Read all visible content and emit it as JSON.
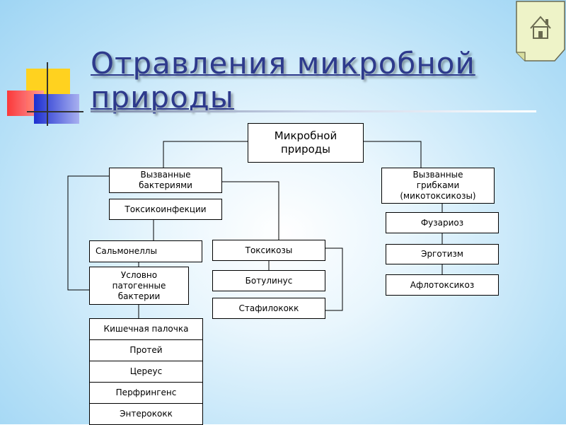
{
  "slide": {
    "title": "Отравления микробной природы"
  },
  "diagram": {
    "root": "Микробной природы",
    "bacteria": {
      "label": "Вызванные бактериями",
      "toxicoinfections": "Токсикоинфекции",
      "salmonella": "Сальмонеллы",
      "conditional": "Условно патогенные бактерии",
      "conditional_list": [
        "Кишечная палочка",
        "Протей",
        "Цереус",
        "Перфрингенс",
        "Энтерококк"
      ],
      "toxicoses": "Токсикозы",
      "botulinus": "Ботулинус",
      "staph": "Стафилококк"
    },
    "fungi": {
      "label": "Вызванные грибками (микотоксикозы)",
      "fusariosis": "Фузариоз",
      "ergotism": "Эрготизм",
      "aflatoxicosis": "Афлотоксикоз"
    }
  },
  "colors": {
    "title": "#2e3a8c",
    "background": "#b6e0f7",
    "deco_yellow": "#ffd21f",
    "deco_red": "#ff2020",
    "deco_blue": "#1d2fd0"
  },
  "icons": {
    "home": "home-icon"
  }
}
